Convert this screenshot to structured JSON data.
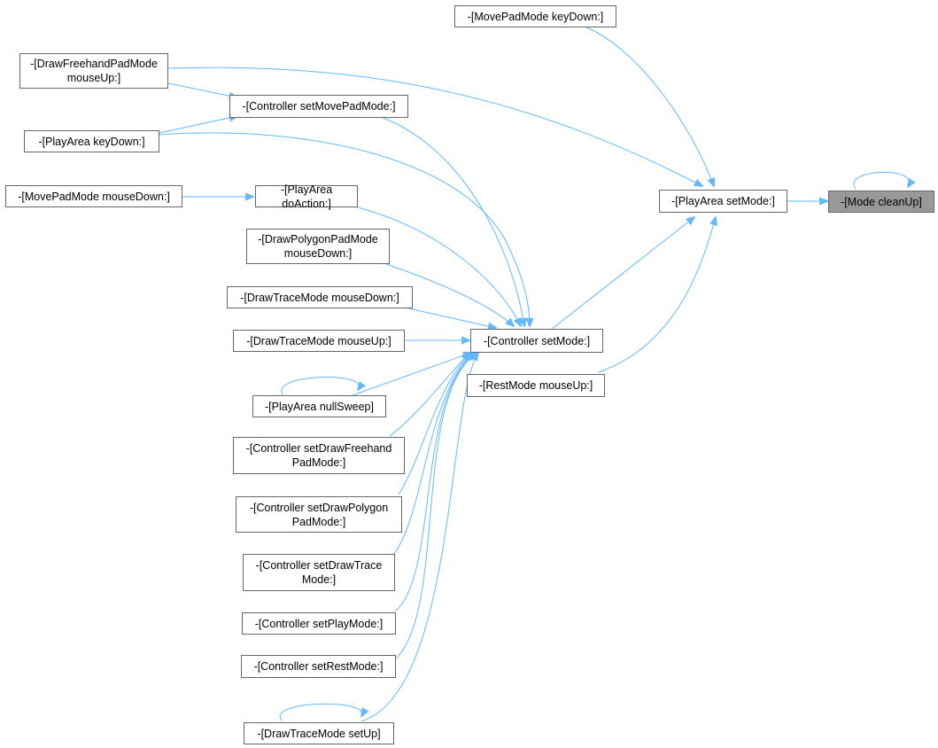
{
  "colors": {
    "edge": "#63b8ff",
    "node_border": "#666666",
    "node_fill": "#ffffff",
    "current_fill": "#999999"
  },
  "nodes": {
    "mode_cleanup": "-[Mode cleanUp]",
    "playarea_setmode": "-[PlayArea setMode:]",
    "movepad_keydown": "-[MovePadMode keyDown:]",
    "drawfreehand_mouseup": "-[DrawFreehandPadMode\nmouseUp:]",
    "controller_setmovepadmode": "-[Controller setMovePadMode:]",
    "playarea_keydown": "-[PlayArea keyDown:]",
    "movepad_mousedown": "-[MovePadMode mouseDown:]",
    "playarea_doaction": "-[PlayArea doAction:]",
    "drawpolygon_mousedown": "-[DrawPolygonPadMode\nmouseDown:]",
    "drawtrace_mousedown": "-[DrawTraceMode mouseDown:]",
    "drawtrace_mouseup": "-[DrawTraceMode mouseUp:]",
    "controller_setmode": "-[Controller setMode:]",
    "restmode_mouseup": "-[RestMode mouseUp:]",
    "playarea_nullsweep": "-[PlayArea nullSweep]",
    "controller_setdrawfreehand": "-[Controller setDrawFreehand\nPadMode:]",
    "controller_setdrawpolygon": "-[Controller setDrawPolygon\nPadMode:]",
    "controller_setdrawtrace": "-[Controller setDrawTrace\nMode:]",
    "controller_setplaymode": "-[Controller setPlayMode:]",
    "controller_setrestmode": "-[Controller setRestMode:]",
    "drawtrace_setup": "-[DrawTraceMode setUp]"
  }
}
